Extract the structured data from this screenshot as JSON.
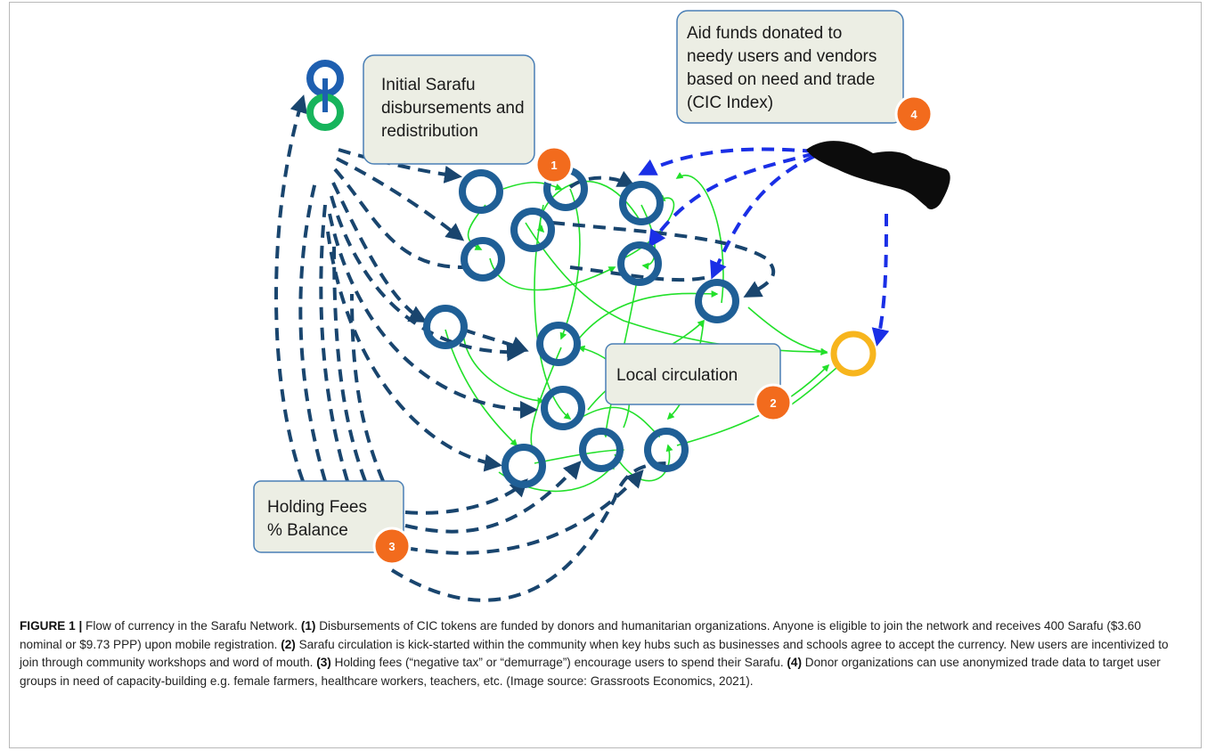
{
  "colors": {
    "node_blue": "#1f5f96",
    "dashed_navy": "#19456e",
    "dashed_blue": "#1a2fe6",
    "local_green": "#22e02a",
    "callout_fill": "#eceee4",
    "badge_orange": "#f26b1d",
    "highlight_node": "#f7b51d"
  },
  "icons": {
    "logo": "chain-link-logo-icon",
    "donor": "giving-hand-icon"
  },
  "callouts": [
    {
      "id": "initial",
      "lines": [
        "Initial Sarafu",
        "disbursements and",
        "redistribution"
      ],
      "badge": "1"
    },
    {
      "id": "aid",
      "lines": [
        "Aid funds donated to",
        "needy users and vendors",
        "based on need and trade",
        "(CIC Index)"
      ],
      "badge": "4"
    },
    {
      "id": "local",
      "lines": [
        "Local circulation"
      ],
      "badge": "2"
    },
    {
      "id": "fees",
      "lines": [
        "Holding Fees",
        "% Balance"
      ],
      "badge": "3"
    }
  ],
  "caption": {
    "label": "FIGURE 1 |",
    "intro": " Flow of currency in the Sarafu Network. ",
    "m1": "(1)",
    "t1": " Disbursements of CIC tokens are funded by donors and humanitarian organizations. Anyone is eligible to join the network and receives 400 Sarafu ($3.60 nominal or $9.73 PPP) upon mobile registration. ",
    "m2": "(2)",
    "t2": " Sarafu circulation is kick-started within the community when key hubs such as businesses and schools agree to accept the currency. New users are incentivized to join through community workshops and word of mouth. ",
    "m3": "(3)",
    "t3": " Holding fees (“negative tax” or “demurrage”) encourage users to spend their Sarafu. ",
    "m4": "(4)",
    "t4": " Donor organizations can use anonymized trade data to target user groups in need of capacity-building e.g. female farmers, healthcare workers, teachers, etc. (Image source: Grassroots Economics, 2021)."
  }
}
